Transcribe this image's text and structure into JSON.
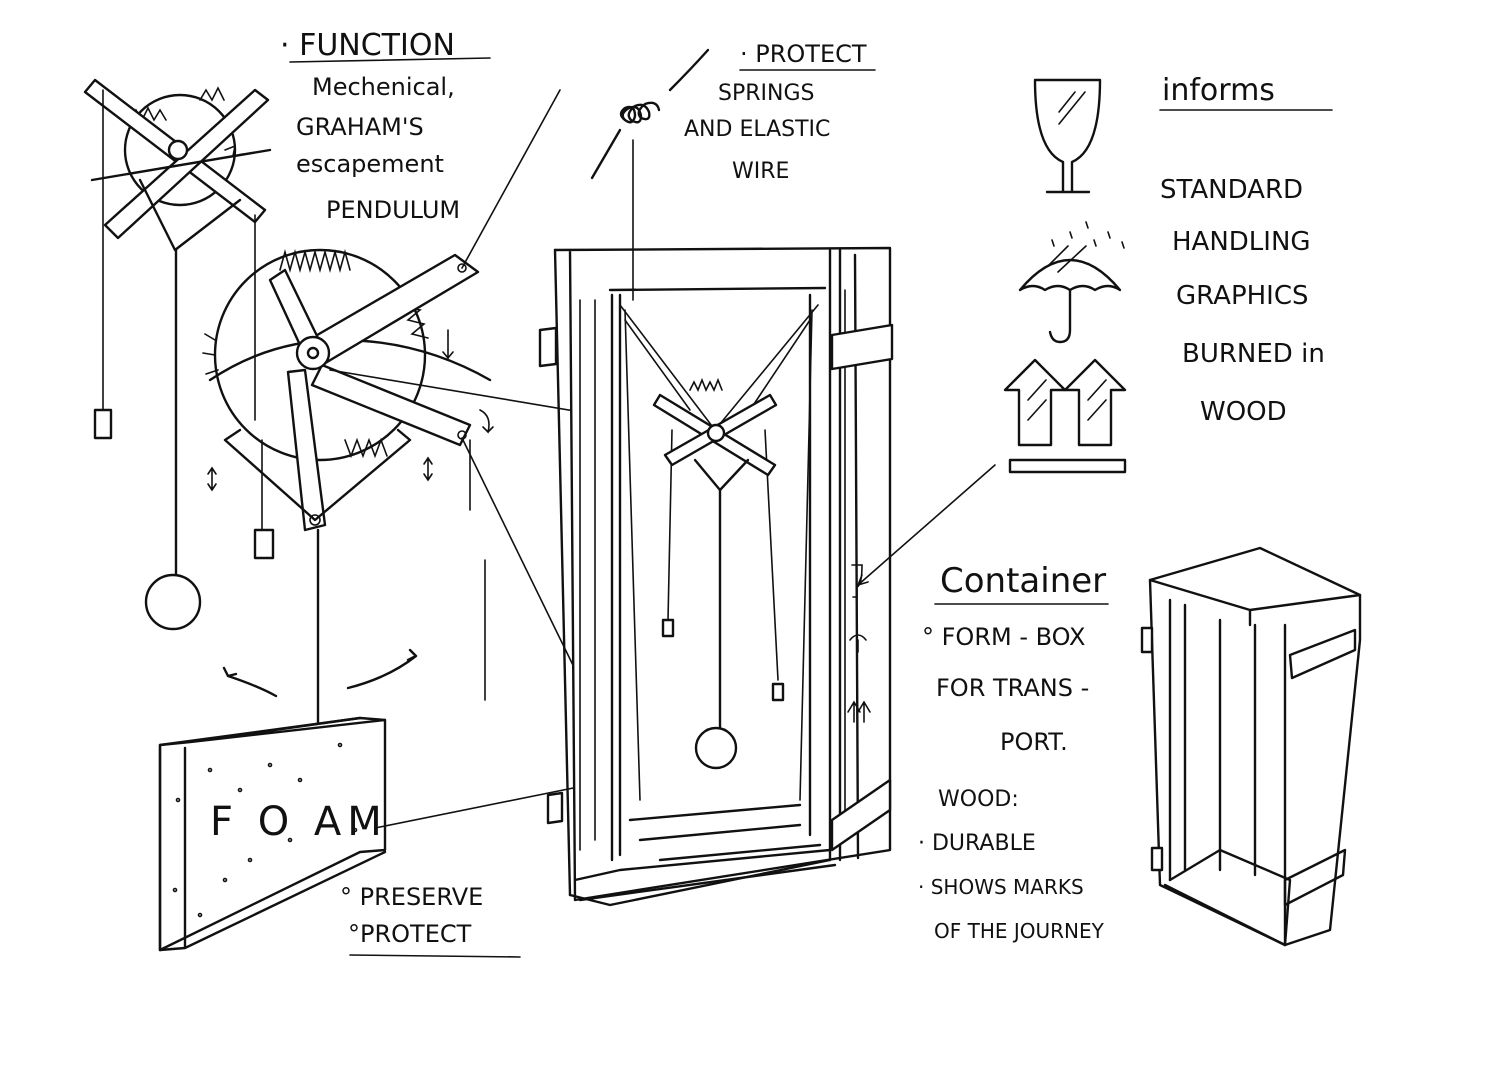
{
  "function_section": {
    "heading": "· FUNCTION",
    "lines": [
      "Mechenical,",
      "GRAHAM'S",
      "escapement",
      "PENDULUM"
    ]
  },
  "protect_section": {
    "heading": "· PROTECT",
    "lines": [
      "SPRINGS",
      "AND ELASTIC",
      "WIRE"
    ]
  },
  "informs_section": {
    "heading": "informs",
    "lines": [
      "STANDARD",
      "HANDLING",
      "GRAPHICS",
      "BURNED in",
      "WOOD"
    ]
  },
  "container_section": {
    "heading": "Container",
    "lines": [
      "° FORM - BOX",
      "FOR TRANS -",
      "PORT."
    ],
    "wood_lines": [
      "WOOD:",
      "· DURABLE",
      "· SHOWS MARKS",
      "OF THE JOURNEY"
    ]
  },
  "foam_section": {
    "block_label": "F O AM",
    "lines": [
      "° PRESERVE",
      "°PROTECT"
    ]
  },
  "icons": [
    "fragile-glass-icon",
    "keep-dry-umbrella-icon",
    "this-way-up-arrows-icon"
  ]
}
